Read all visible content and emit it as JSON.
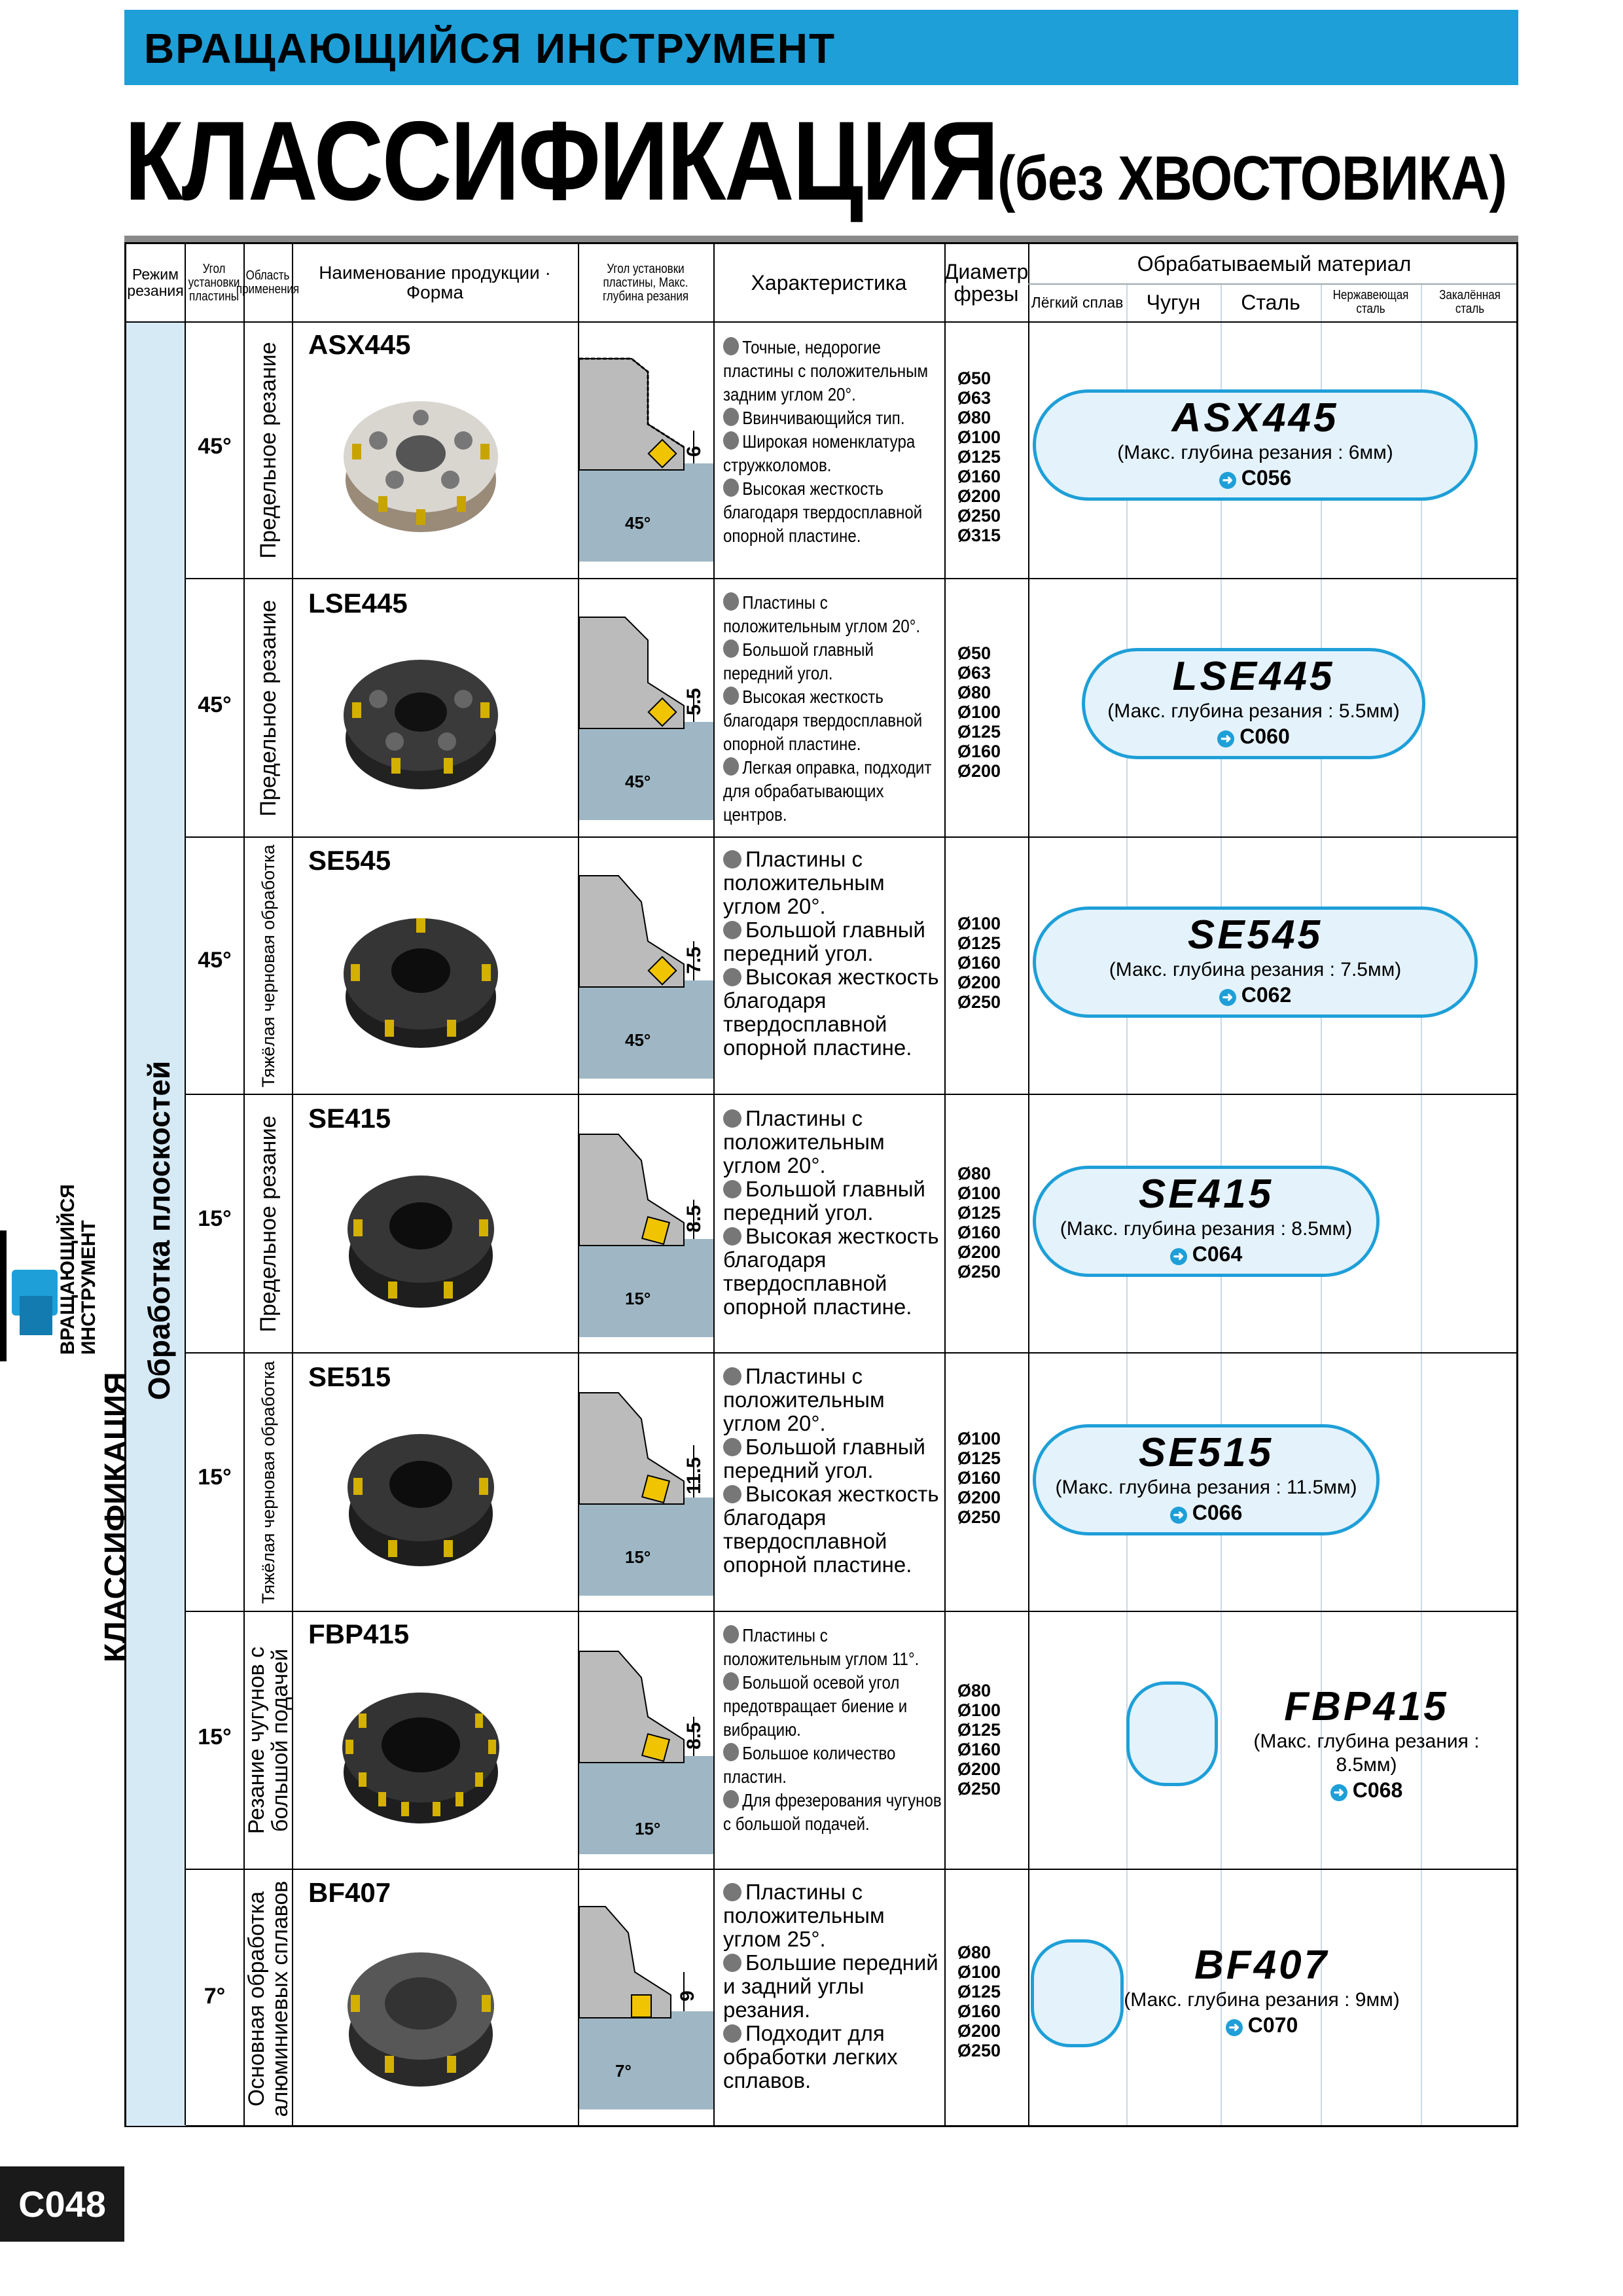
{
  "header": {
    "section": "ВРАЩАЮЩИЙСЯ ИНСТРУМЕНТ",
    "title": "КЛАССИФИКАЦИЯ",
    "title_sub": "(без ХВОСТОВИКА)"
  },
  "side_tab": {
    "line1": "ВРАЩАЮЩИЙСЯ",
    "line2": "ИНСТРУМЕНТ",
    "label": "КЛАССИФИКАЦИЯ"
  },
  "page_number": "C048",
  "columns": {
    "mode": "Режим резания",
    "angle": "Угол установки пластины",
    "area": "Область применения",
    "product": "Наименование продукции · Форма",
    "insert": "Угол установки пластины, Макс. глубина резания",
    "features": "Характеристика",
    "diameter": "Диаметр фрезы",
    "material": "Обрабатываемый материал",
    "materials": [
      "Лёгкий сплав",
      "Чугун",
      "Сталь",
      "Нержавеющая сталь",
      "Закалённая сталь"
    ]
  },
  "mode_label": "Обработка плоскостей",
  "rows": [
    {
      "angle": "45°",
      "area": "Предельное резание",
      "name": "ASX445",
      "depth": "6",
      "insert_angle": "45°",
      "features": [
        "Точные, недорогие пластины с положительным задним углом 20°.",
        "Ввинчивающийся тип.",
        "Широкая номенклатура стружколомов.",
        "Высокая жесткость благодаря твердосплавной опорной пластине."
      ],
      "diameters": [
        "Ø50",
        "Ø63",
        "Ø80",
        "Ø100",
        "Ø125",
        "Ø160",
        "Ø200",
        "Ø250",
        "Ø315"
      ],
      "pill_name": "ASX445",
      "pill_desc": "(Макс. глубина резания : 6мм)",
      "pill_ref": "C056"
    },
    {
      "angle": "45°",
      "area": "Предельное резание",
      "name": "LSE445",
      "depth": "5.5",
      "insert_angle": "45°",
      "features": [
        "Пластины с положительным углом 20°.",
        "Большой главный передний угол.",
        "Высокая жесткость благодаря твердосплавной опорной пластине.",
        "Легкая оправка, подходит для обрабатывающих центров."
      ],
      "diameters": [
        "Ø50",
        "Ø63",
        "Ø80",
        "Ø100",
        "Ø125",
        "Ø160",
        "Ø200"
      ],
      "pill_name": "LSE445",
      "pill_desc": "(Макс. глубина резания : 5.5мм)",
      "pill_ref": "C060"
    },
    {
      "angle": "45°",
      "area": "Тяжёлая черновая обработка",
      "name": "SE545",
      "depth": "7.5",
      "insert_angle": "45°",
      "features": [
        "Пластины с положительным углом 20°.",
        "Большой главный передний угол.",
        "Высокая жесткость благодаря твердосплавной опорной пластине."
      ],
      "diameters": [
        "Ø100",
        "Ø125",
        "Ø160",
        "Ø200",
        "Ø250"
      ],
      "pill_name": "SE545",
      "pill_desc": "(Макс. глубина резания : 7.5мм)",
      "pill_ref": "C062"
    },
    {
      "angle": "15°",
      "area": "Предельное резание",
      "name": "SE415",
      "depth": "8.5",
      "insert_angle": "15°",
      "features": [
        "Пластины с положительным углом 20°.",
        "Большой главный передний угол.",
        "Высокая жесткость благодаря твердосплавной опорной пластине."
      ],
      "diameters": [
        "Ø80",
        "Ø100",
        "Ø125",
        "Ø160",
        "Ø200",
        "Ø250"
      ],
      "pill_name": "SE415",
      "pill_desc": "(Макс. глубина резания : 8.5мм)",
      "pill_ref": "C064"
    },
    {
      "angle": "15°",
      "area": "Тяжёлая черновая обработка",
      "name": "SE515",
      "depth": "11.5",
      "insert_angle": "15°",
      "features": [
        "Пластины с положительным углом 20°.",
        "Большой главный передний угол.",
        "Высокая жесткость благодаря твердосплавной опорной пластине."
      ],
      "diameters": [
        "Ø100",
        "Ø125",
        "Ø160",
        "Ø200",
        "Ø250"
      ],
      "pill_name": "SE515",
      "pill_desc": "(Макс. глубина резания : 11.5мм)",
      "pill_ref": "C066"
    },
    {
      "angle": "15°",
      "area": "Резание чугунов с большой подачей",
      "name": "FBP415",
      "depth": "8.5",
      "insert_angle": "15°",
      "features": [
        "Пластины с положительным углом 11°.",
        "Большой осевой угол предотвращает биение и вибрацию.",
        "Большое количество пластин.",
        "Для фрезерования чугунов с большой подачей."
      ],
      "diameters": [
        "Ø80",
        "Ø100",
        "Ø125",
        "Ø160",
        "Ø200",
        "Ø250"
      ],
      "pill_name": "FBP415",
      "pill_desc": "(Макс. глубина резания : 8.5мм)",
      "pill_ref": "C068"
    },
    {
      "angle": "7°",
      "area": "Основная обработка алюминиевых сплавов",
      "name": "BF407",
      "depth": "9",
      "insert_angle": "7°",
      "features": [
        "Пластины с положительным углом 25°.",
        "Большие передний и задний углы резания.",
        "Подходит для обработки легких сплавов."
      ],
      "diameters": [
        "Ø80",
        "Ø100",
        "Ø125",
        "Ø160",
        "Ø200",
        "Ø250"
      ],
      "pill_name": "BF407",
      "pill_desc": "(Макс. глубина резания : 9мм)",
      "pill_ref": "C070"
    }
  ]
}
